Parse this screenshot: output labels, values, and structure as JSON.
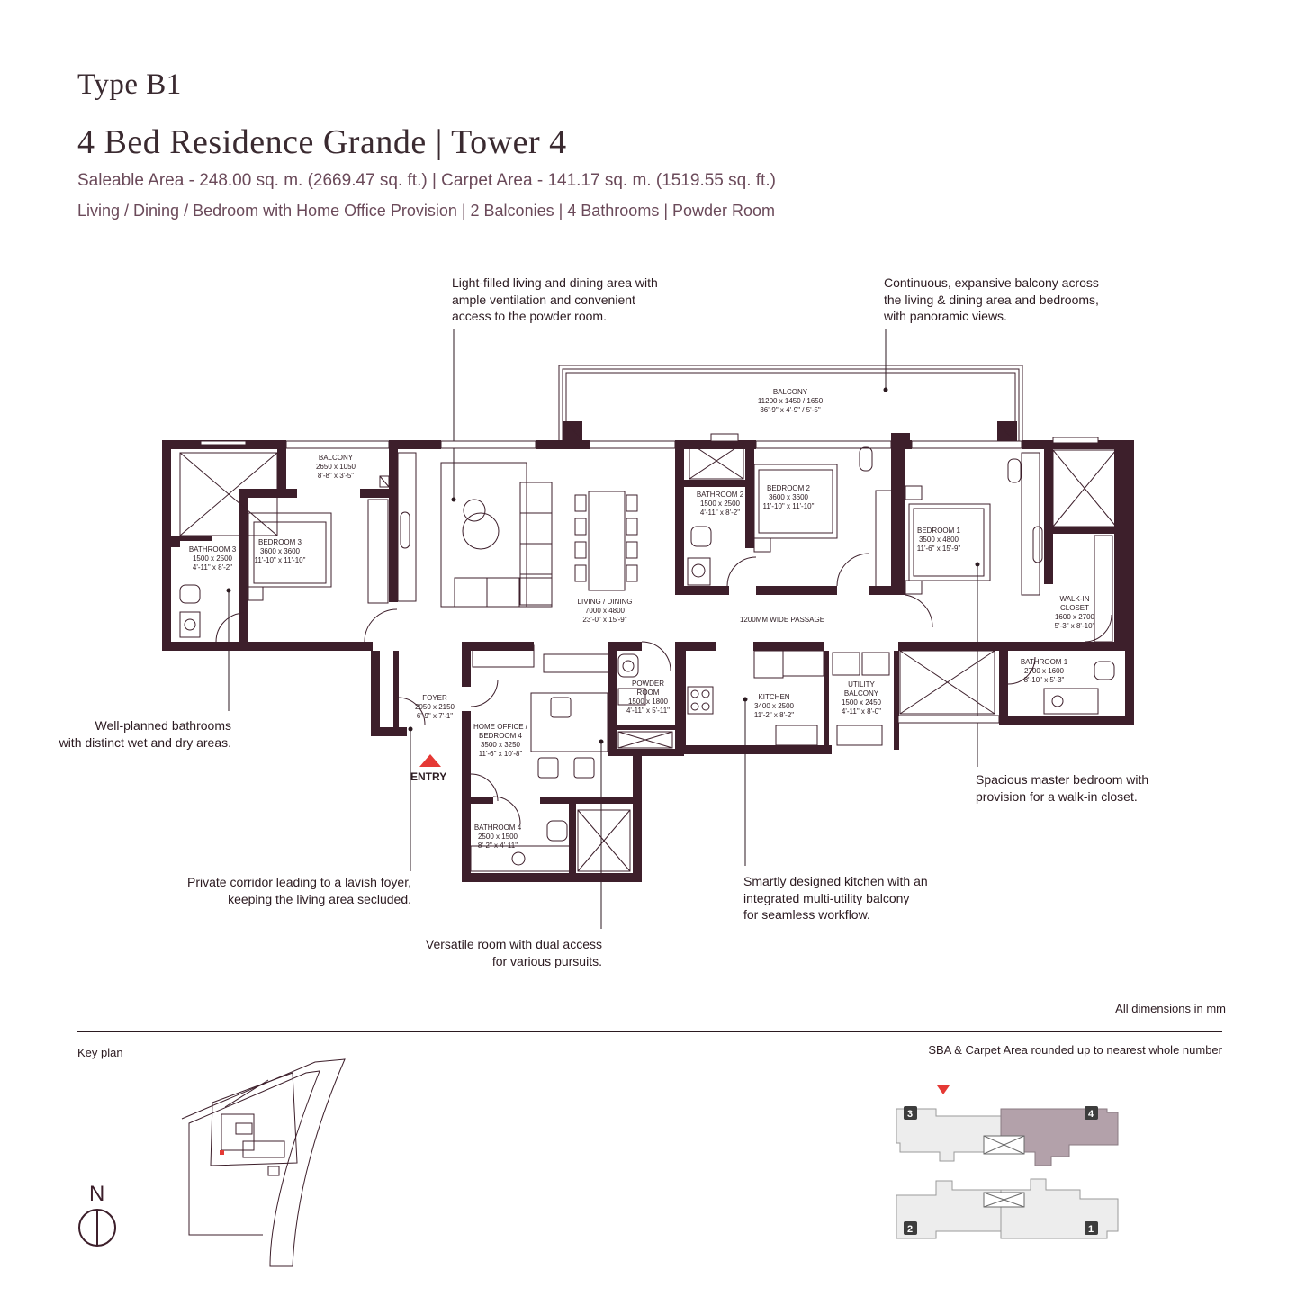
{
  "header": {
    "type_label": "Type B1",
    "title": "4 Bed Residence Grande | Tower 4",
    "area_line": "Saleable Area - 248.00 sq. m. (2669.47 sq. ft.) | Carpet Area - 141.17 sq. m. (1519.55 sq. ft.)",
    "features_line": "Living / Dining / Bedroom with Home Office Provision | 2 Balconies | 4 Bathrooms | Powder Room"
  },
  "callouts": {
    "living": "Light-filled living and dining area with\nample ventilation and convenient\naccess to the powder room.",
    "balcony": "Continuous, expansive balcony across\nthe living & dining area and bedrooms,\nwith panoramic views.",
    "bathrooms": "Well-planned bathrooms\nwith distinct wet and dry areas.",
    "master": "Spacious master bedroom with\nprovision for a walk-in closet.",
    "corridor": "Private corridor leading to a lavish foyer,\nkeeping the living area secluded.",
    "kitchen": "Smartly designed kitchen with an\nintegrated multi-utility balcony\nfor seamless workflow.",
    "office": "Versatile room with dual access\nfor various pursuits."
  },
  "rooms": {
    "balcony_main": {
      "name": "BALCONY",
      "mm": "11200 x 1450 / 1650",
      "ft": "36'-9\" x 4'-9\" / 5'-5\""
    },
    "balcony_small": {
      "name": "BALCONY",
      "mm": "2650 x 1050",
      "ft": "8'-8\" x 3'-5\""
    },
    "bedroom3": {
      "name": "BEDROOM 3",
      "mm": "3600 x 3600",
      "ft": "11'-10\" x 11'-10\""
    },
    "bathroom3": {
      "name": "BATHROOM 3",
      "mm": "1500 x 2500",
      "ft": "4'-11\" x 8'-2\""
    },
    "living": {
      "name": "LIVING / DINING",
      "mm": "7000 x 4800",
      "ft": "23'-0\" x 15'-9\""
    },
    "bathroom2": {
      "name": "BATHROOM 2",
      "mm": "1500 x 2500",
      "ft": "4'-11\" x 8'-2\""
    },
    "bedroom2": {
      "name": "BEDROOM 2",
      "mm": "3600 x 3600",
      "ft": "11'-10\" x 11'-10\""
    },
    "bedroom1": {
      "name": "BEDROOM 1",
      "mm": "3500 x 4800",
      "ft": "11'-6\" x 15'-9\""
    },
    "walkin": {
      "name": "WALK-IN",
      "name2": "CLOSET",
      "mm": "1600 x 2700",
      "ft": "5'-3\" x 8'-10\""
    },
    "passage": {
      "name": "1200MM WIDE PASSAGE"
    },
    "bathroom1": {
      "name": "BATHROOM 1",
      "mm": "2700 x 1600",
      "ft": "8'-10\" x 5'-3\""
    },
    "foyer": {
      "name": "FOYER",
      "mm": "2050 x 2150",
      "ft": "6'-9\" x 7'-1\""
    },
    "office": {
      "name": "HOME OFFICE /",
      "name2": "BEDROOM 4",
      "mm": "3500 x 3250",
      "ft": "11'-6\" x 10'-8\""
    },
    "powder": {
      "name": "POWDER",
      "name2": "ROOM",
      "mm": "1500 x 1800",
      "ft": "4'-11\" x 5'-11\""
    },
    "kitchen": {
      "name": "KITCHEN",
      "mm": "3400 x 2500",
      "ft": "11'-2\" x 8'-2\""
    },
    "utility": {
      "name": "UTILITY",
      "name2": "BALCONY",
      "mm": "1500 x 2450",
      "ft": "4'-11\" x 8'-0\""
    },
    "bathroom4": {
      "name": "BATHROOM 4",
      "mm": "2500 x 1500",
      "ft": "8'-2\" x 4'-11\""
    }
  },
  "entry_label": "ENTRY",
  "notes": {
    "dimensions": "All dimensions in mm",
    "rounded": "SBA & Carpet Area rounded up to nearest whole number",
    "key_plan": "Key plan",
    "north": "N"
  },
  "tower_numbers": [
    "1",
    "2",
    "3",
    "4"
  ],
  "colors": {
    "wall": "#3d1f2b",
    "text_accent": "#6b4a5a",
    "entry_marker": "#e53935",
    "tower4_highlight": "#b3a1aa",
    "tower_other": "#ededed"
  }
}
